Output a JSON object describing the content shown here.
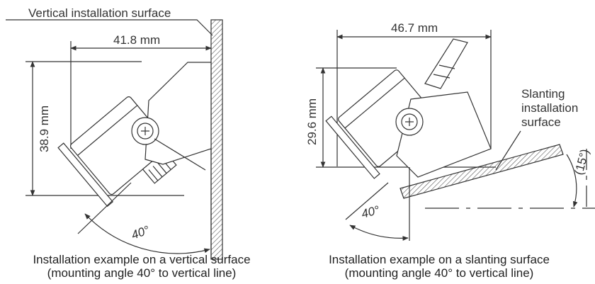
{
  "left_figure": {
    "surface_label": "Vertical installation surface",
    "width_dimension": "41.8 mm",
    "height_dimension": "38.9 mm",
    "angle_label": "40°",
    "caption_line1": "Installation example on a vertical surface",
    "caption_line2": "(mounting angle 40° to vertical line)"
  },
  "right_figure": {
    "width_dimension": "46.7 mm",
    "height_dimension": "29.6 mm",
    "surface_label_lines": [
      "Slanting",
      "installation",
      "surface"
    ],
    "angle_label": "40°",
    "tilt_label": "(15°)",
    "caption_line1": "Installation example on a slanting surface",
    "caption_line2": "(mounting angle 40° to vertical line)"
  },
  "colors": {
    "line": "#333333",
    "hatch": "#555555",
    "background": "#ffffff"
  }
}
